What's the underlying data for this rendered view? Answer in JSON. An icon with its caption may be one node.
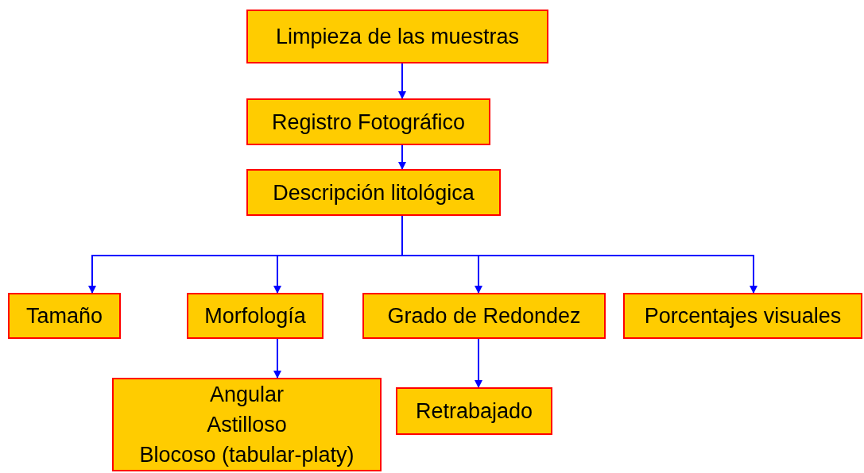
{
  "diagram": {
    "nodes": [
      {
        "text": [
          "Limpieza de las muestras"
        ]
      },
      {
        "text": [
          "Registro Fotográfico"
        ]
      },
      {
        "text": [
          "Descripción litológica"
        ]
      },
      {
        "text": [
          "Tamaño"
        ]
      },
      {
        "text": [
          "Morfología"
        ]
      },
      {
        "text": [
          "Grado de Redondez"
        ]
      },
      {
        "text": [
          "Porcentajes visuales"
        ]
      },
      {
        "text": [
          "Angular",
          "Astilloso",
          "Blocoso (tabular-platy)"
        ]
      },
      {
        "text": [
          "Retrabajado"
        ]
      }
    ],
    "edges": [
      {
        "from": 0,
        "to": 1,
        "arrow": "to"
      },
      {
        "from": 1,
        "to": 2,
        "arrow": "to"
      },
      {
        "from": 2,
        "to": 3,
        "arrow": "to"
      },
      {
        "from": 2,
        "to": 4,
        "arrow": "to"
      },
      {
        "from": 2,
        "to": 5,
        "arrow": "to"
      },
      {
        "from": 2,
        "to": 6,
        "arrow": "to"
      },
      {
        "from": 4,
        "to": 7,
        "arrow": "to"
      },
      {
        "from": 5,
        "to": 8,
        "arrow": "to"
      }
    ]
  }
}
